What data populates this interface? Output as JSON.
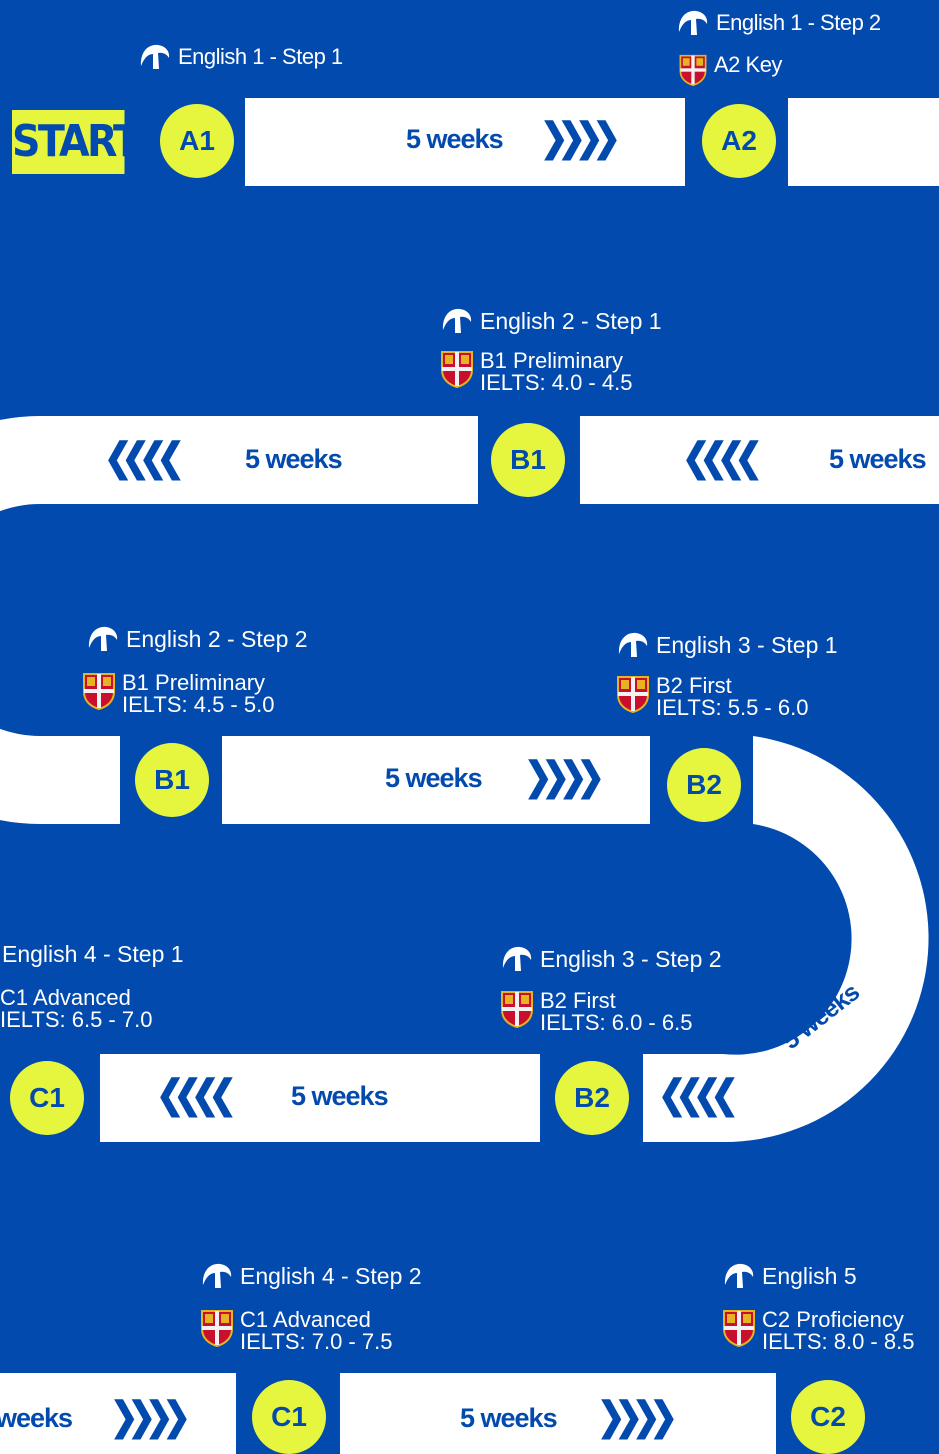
{
  "start_label": "START",
  "duration": "5 weeks",
  "arrows": {
    "right": "❯❯❯❯",
    "left": "❮❮❮❮"
  },
  "courses": {
    "e1s1": "English 1 - Step 1",
    "e1s2": "English 1 - Step 2",
    "e2s1": "English 2 - Step 1",
    "e2s2": "English 2 - Step 2",
    "e3s1": "English 3 - Step 1",
    "e3s2": "English 3 - Step 2",
    "e4s1": "English 4 - Step 1",
    "e4s2": "English 4 - Step 2",
    "e5": "English 5"
  },
  "exams": {
    "a2": {
      "exam": "A2 Key"
    },
    "b1a": {
      "exam": "B1 Preliminary",
      "ielts": "IELTS: 4.0 - 4.5"
    },
    "b1b": {
      "exam": "B1 Preliminary",
      "ielts": "IELTS: 4.5 - 5.0"
    },
    "b2a": {
      "exam": "B2 First",
      "ielts": "IELTS: 5.5 - 6.0"
    },
    "b2b": {
      "exam": "B2 First",
      "ielts": "IELTS: 6.0 - 6.5"
    },
    "c1a": {
      "exam": "C1 Advanced",
      "ielts": "IELTS: 6.5 - 7.0"
    },
    "c1b": {
      "exam": "C1 Advanced",
      "ielts": "IELTS: 7.0 - 7.5"
    },
    "c2": {
      "exam": "C2 Proficiency",
      "ielts": "IELTS: 8.0 - 8.5"
    }
  },
  "levels": {
    "a1": "A1",
    "a2": "A2",
    "b1": "B1",
    "b2": "B2",
    "c1": "C1",
    "c2": "C2"
  },
  "partial_weeks": "weeks",
  "colors": {
    "background": "#034aae",
    "accent": "#e6f63f",
    "road": "#ffffff"
  }
}
